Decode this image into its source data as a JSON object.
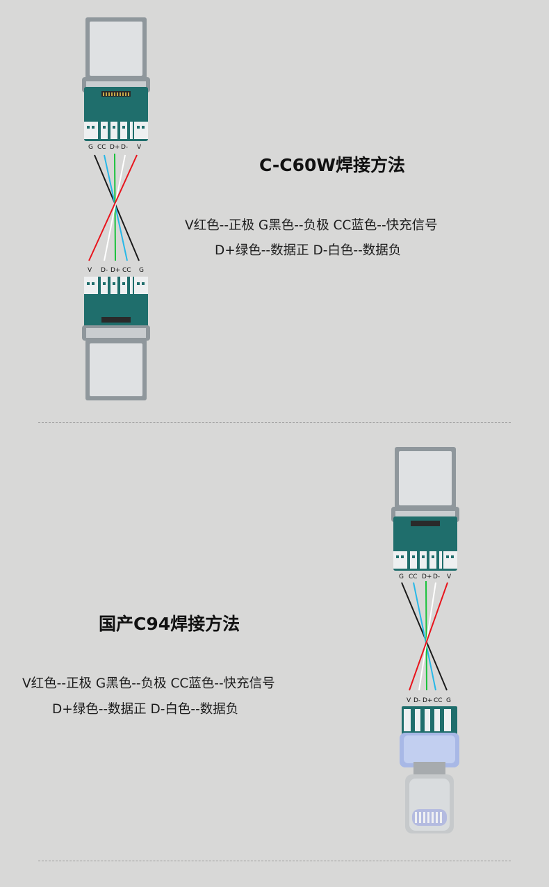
{
  "section1": {
    "title": "C-C60W焊接方法",
    "line1": "V红色--正极   G黑色--负极   CC蓝色--快充信号",
    "line2": "D+绿色--数据正   D-白色--数据负",
    "top_pins": [
      "G",
      "CC",
      "D+",
      "D-",
      "V"
    ],
    "bottom_pins": [
      "V",
      "D-",
      "D+",
      "CC",
      "G"
    ]
  },
  "section2": {
    "title": "国产C94焊接方法",
    "line1": "V红色--正极   G黑色--负极   CC蓝色--快充信号",
    "line2": "D+绿色--数据正   D-白色--数据负",
    "top_pins": [
      "G",
      "CC",
      "D+",
      "D-",
      "V"
    ],
    "bottom_pins": [
      "V",
      "D-",
      "D+",
      "CC",
      "G"
    ]
  },
  "colors": {
    "red": "#e8141c",
    "black": "#1a1a1a",
    "green": "#18c23a",
    "white": "#ffffff",
    "blue": "#28b8e8",
    "pcb": "#1f6e6c",
    "connector_grey": "#8f979c"
  }
}
